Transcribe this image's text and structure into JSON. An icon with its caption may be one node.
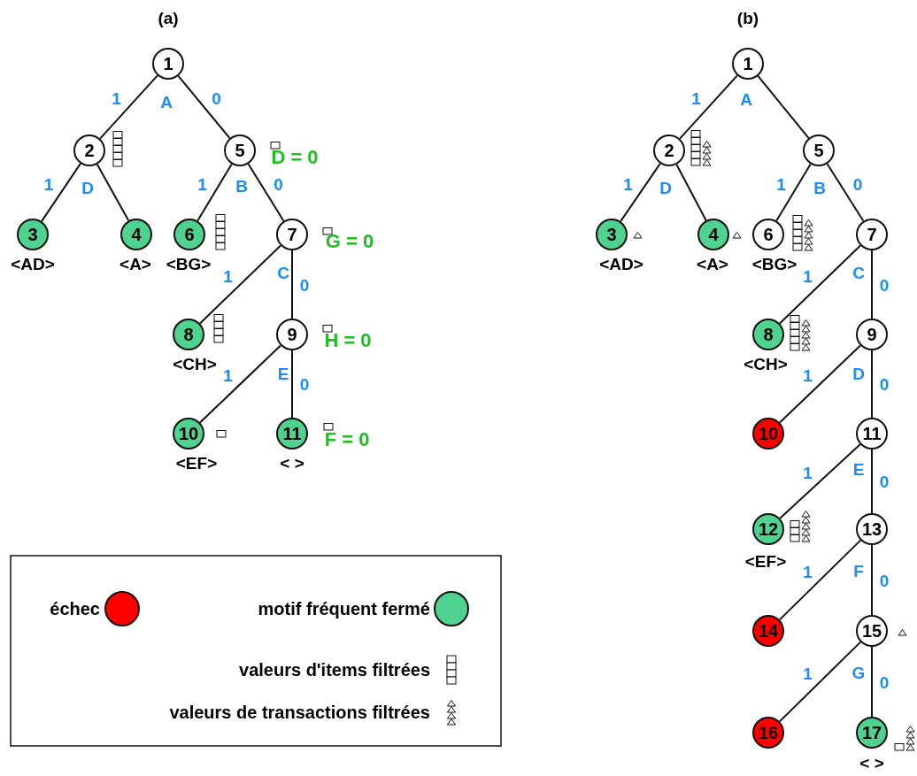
{
  "diagram": {
    "nodes": [
      {
        "text": [
          "1"
        ]
      },
      {
        "text": [
          "2"
        ]
      },
      {
        "text": [
          "3"
        ],
        "beside": [
          "<AD>"
        ]
      },
      {
        "text": [
          "4"
        ],
        "beside": [
          "<A>"
        ]
      },
      {
        "text": [
          "5"
        ],
        "beside": [
          "D = 0"
        ]
      },
      {
        "text": [
          "6"
        ],
        "beside": [
          "<BG>"
        ]
      },
      {
        "text": [
          "7"
        ],
        "beside": [
          "G = 0"
        ]
      },
      {
        "text": [
          "8"
        ],
        "beside": [
          "<CH>"
        ]
      },
      {
        "text": [
          "9"
        ],
        "beside": [
          "H = 0"
        ]
      },
      {
        "text": [
          "10"
        ],
        "beside": [
          "<EF>"
        ]
      },
      {
        "text": [
          "11"
        ],
        "beside": [
          "< >",
          "F = 0"
        ]
      },
      {
        "text": [
          "1"
        ]
      },
      {
        "text": [
          "2"
        ]
      },
      {
        "text": [
          "3"
        ],
        "beside": [
          "<AD>"
        ]
      },
      {
        "text": [
          "4"
        ],
        "beside": [
          "<A>"
        ]
      },
      {
        "text": [
          "5"
        ]
      },
      {
        "text": [
          "6"
        ],
        "beside": [
          "<BG>"
        ]
      },
      {
        "text": [
          "7"
        ]
      },
      {
        "text": [
          "8"
        ],
        "beside": [
          "<CH>"
        ]
      },
      {
        "text": [
          "9"
        ]
      },
      {
        "text": [
          "10"
        ]
      },
      {
        "text": [
          "11"
        ]
      },
      {
        "text": [
          "12"
        ],
        "beside": [
          "<EF>"
        ]
      },
      {
        "text": [
          "13"
        ]
      },
      {
        "text": [
          "14"
        ]
      },
      {
        "text": [
          "15"
        ]
      },
      {
        "text": [
          "16"
        ]
      },
      {
        "text": [
          "17"
        ],
        "beside": [
          "< >"
        ]
      }
    ],
    "edges": [
      {
        "from": 0,
        "to": 1,
        "arrow": "none",
        "label": "1"
      },
      {
        "from": 0,
        "to": 4,
        "arrow": "none",
        "label": "0"
      },
      {
        "from": 1,
        "to": 2,
        "arrow": "none",
        "label": "1"
      },
      {
        "from": 1,
        "to": 3,
        "arrow": "none"
      },
      {
        "from": 4,
        "to": 5,
        "arrow": "none",
        "label": "1"
      },
      {
        "from": 4,
        "to": 6,
        "arrow": "none",
        "label": "0"
      },
      {
        "from": 6,
        "to": 7,
        "arrow": "none",
        "label": "1"
      },
      {
        "from": 6,
        "to": 8,
        "arrow": "none",
        "label": "0"
      },
      {
        "from": 8,
        "to": 9,
        "arrow": "none",
        "label": "1"
      },
      {
        "from": 8,
        "to": 10,
        "arrow": "none",
        "label": "0"
      },
      {
        "from": 11,
        "to": 12,
        "arrow": "none",
        "label": "1"
      },
      {
        "from": 11,
        "to": 15,
        "arrow": "none"
      },
      {
        "from": 12,
        "to": 13,
        "arrow": "none",
        "label": "1"
      },
      {
        "from": 12,
        "to": 14,
        "arrow": "none"
      },
      {
        "from": 15,
        "to": 16,
        "arrow": "none",
        "label": "1"
      },
      {
        "from": 15,
        "to": 17,
        "arrow": "none",
        "label": "0"
      },
      {
        "from": 17,
        "to": 18,
        "arrow": "none",
        "label": "1"
      },
      {
        "from": 17,
        "to": 19,
        "arrow": "none",
        "label": "0"
      },
      {
        "from": 19,
        "to": 20,
        "arrow": "none",
        "label": "1"
      },
      {
        "from": 19,
        "to": 21,
        "arrow": "none",
        "label": "0"
      },
      {
        "from": 21,
        "to": 22,
        "arrow": "none",
        "label": "1"
      },
      {
        "from": 21,
        "to": 23,
        "arrow": "none",
        "label": "0"
      },
      {
        "from": 23,
        "to": 24,
        "arrow": "none",
        "label": "1"
      },
      {
        "from": 23,
        "to": 25,
        "arrow": "none",
        "label": "0"
      },
      {
        "from": 25,
        "to": 26,
        "arrow": "none",
        "label": "1"
      },
      {
        "from": 25,
        "to": 27,
        "arrow": "none",
        "label": "0"
      }
    ],
    "labels": [
      "(a)",
      "(b)",
      "A",
      "D",
      "B",
      "C",
      "E",
      "A",
      "D",
      "B",
      "C",
      "D",
      "E",
      "F",
      "G"
    ],
    "legend": [
      {
        "text": "échec",
        "color": "#ff0000"
      },
      {
        "text": "motif fréquent fermé",
        "color": "#4fd18f"
      },
      {
        "text": "valeurs d'items filtrées"
      },
      {
        "text": "valeurs de transactions filtrées"
      }
    ]
  }
}
